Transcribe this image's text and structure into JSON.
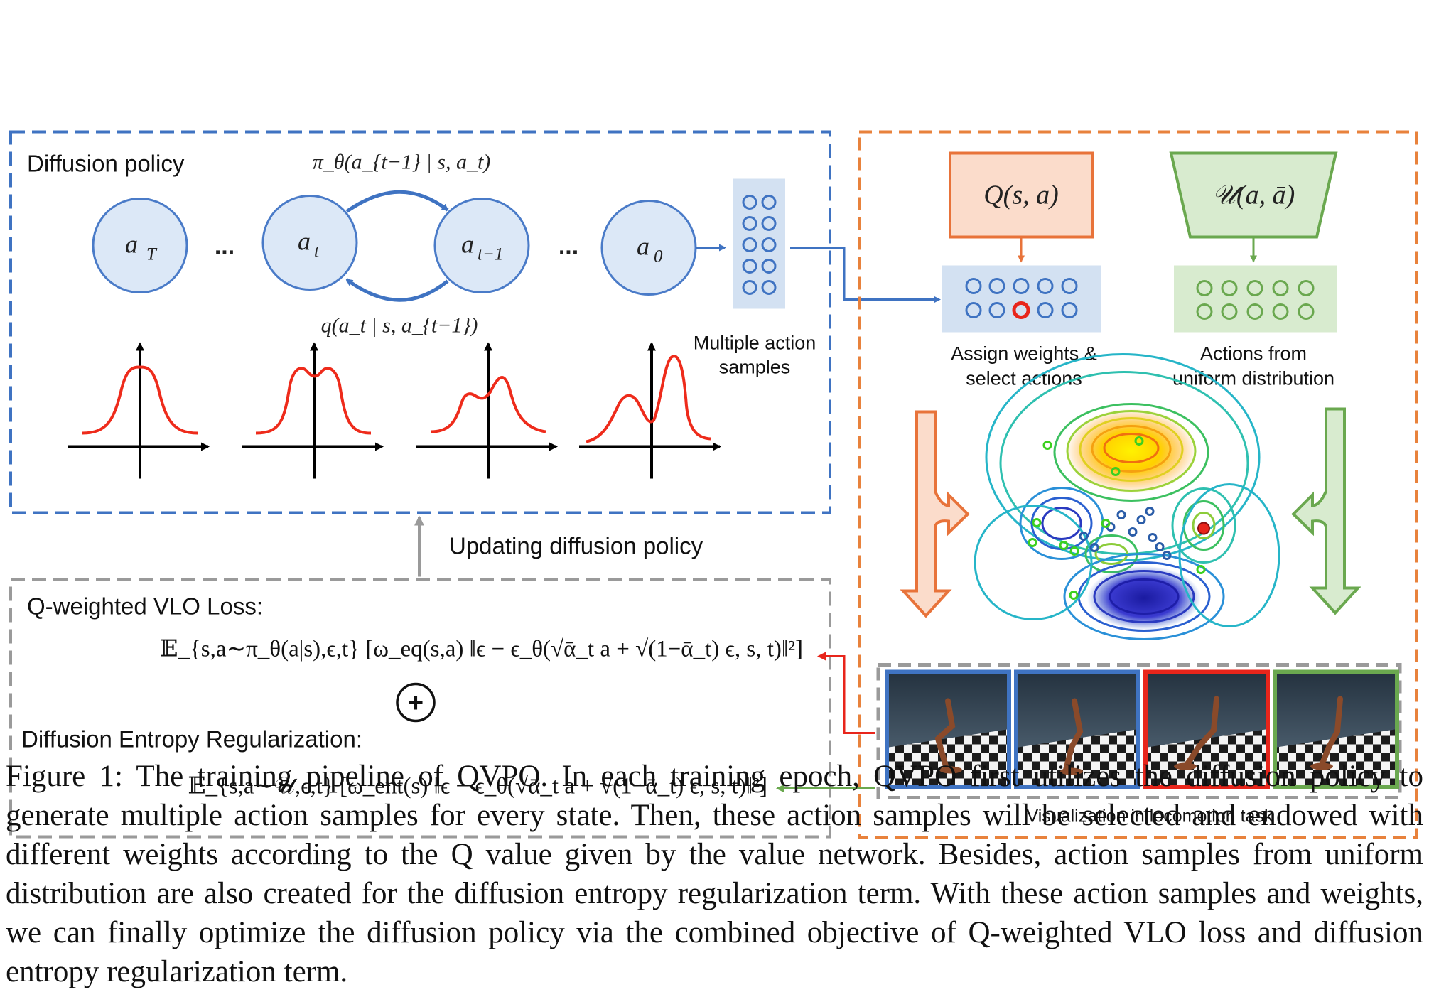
{
  "colors": {
    "blue_frame": "#3f73c2",
    "orange_frame": "#e8823c",
    "gray_frame": "#9a9a9a",
    "node_fill": "#dce8f7",
    "node_stroke": "#4a7bc8",
    "curve_red": "#ee2b1b",
    "q_fill": "#fbdccb",
    "q_stroke": "#e8733a",
    "u_fill": "#d8ebcf",
    "u_stroke": "#6aa84f",
    "arrow_red": "#e8251b",
    "arrow_green": "#6aa84f"
  },
  "diffusion_policy": {
    "title": "Diffusion policy",
    "nodes": [
      "a_T",
      "a_t",
      "a_{t-1}",
      "a_0"
    ],
    "node_labels_math": [
      "a",
      "a",
      "a",
      "a"
    ],
    "node_subscripts": [
      "T",
      "t",
      "t−1",
      "0"
    ],
    "ellipsis": "...",
    "forward_label": "π_θ(a_{t−1} | s, a_t)",
    "backward_label": "q(a_t | s, a_{t−1})",
    "samples_label_line1": "Multiple action",
    "samples_label_line2": "samples"
  },
  "q_panel": {
    "q_box_label": "Q(s, a)",
    "u_box_label": "𝒰(a, ā)",
    "weights_caption_line1": "Assign weights &",
    "weights_caption_line2": "select actions",
    "uniform_caption_line1": "Actions from",
    "uniform_caption_line2": "uniform distribution",
    "visualization_caption": "Visualization in locomotion task"
  },
  "update_label": "Updating diffusion policy",
  "loss_panel": {
    "vlo_title": "Q-weighted VLO Loss:",
    "vlo_formula": "𝔼_{s,a∼π_θ(a|s),ϵ,t} [ω_eq(s,a) ‖ϵ − ϵ_θ(√ᾱ_t a + √(1−ᾱ_t) ϵ, s, t)‖²]",
    "plus": "+",
    "entropy_title": "Diffusion Entropy Regularization:",
    "entropy_formula": "𝔼_{s,a∼𝒰,ϵ,t} [ω_ent(s) ‖ϵ − ϵ_θ(√ᾱ_t a + √(1−ᾱ_t) ϵ, s, t)‖²]"
  },
  "caption": "Figure 1: The training pipeline of QVPO. In each training epoch, QVPO first utilizes the diffusion policy to generate multiple action samples for every state. Then, these action samples will be selected and endowed with different weights according to the Q value given by the value network. Besides, action samples from uniform distribution are also created for the diffusion entropy regularization term. With these action samples and weights, we can finally optimize the diffusion policy via the combined objective of Q-weighted VLO loss and diffusion entropy regularization term."
}
